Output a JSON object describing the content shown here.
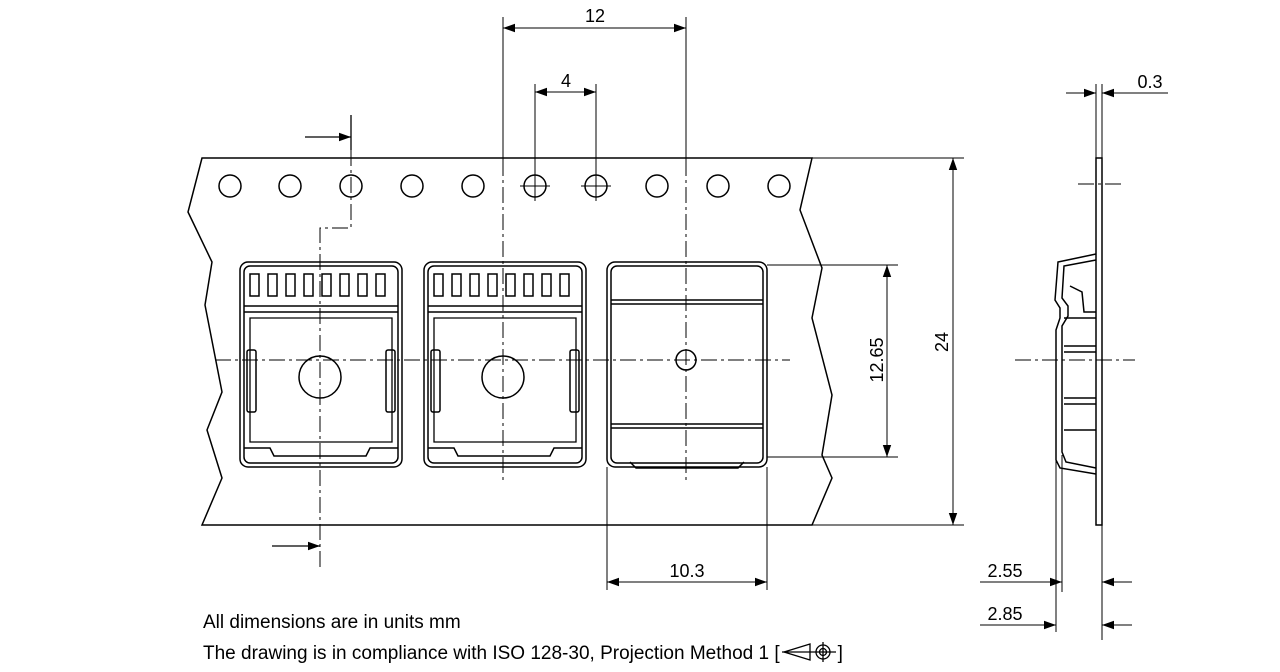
{
  "dimensions": {
    "pocket_pitch": "12",
    "sprocket_pitch": "4",
    "tape_thickness": "0.3",
    "tape_width": "24",
    "pocket_length": "12.65",
    "pocket_width": "10.3",
    "pocket_depth_inner": "2.55",
    "pocket_depth_outer": "2.85"
  },
  "notes": {
    "units": "All dimensions are in units mm",
    "iso": "The drawing is in compliance with ISO 128-30, Projection Method 1 ["
  }
}
